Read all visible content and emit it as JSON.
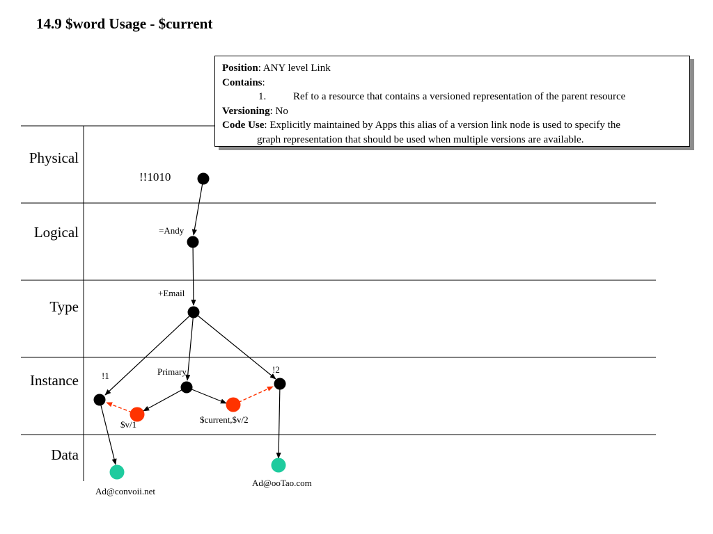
{
  "title": "14.9 $word Usage - $current",
  "info": {
    "position_key": "Position",
    "position_value": ": ANY level Link",
    "contains_key": "Contains",
    "contains_sep": ":",
    "item_number": "1.",
    "item_text": "Ref to a resource that contains a versioned representation of the parent resource",
    "versioning_key": "Versioning",
    "versioning_value": ": No",
    "code_use_key": "Code Use",
    "code_use_value_line1": ": Explicitly maintained by Apps this alias of a version link node is used to specify the",
    "code_use_value_line2": "graph representation that should be used when multiple versions are available."
  },
  "lanes": [
    "Physical",
    "Logical",
    "Type",
    "Instance",
    "Data"
  ],
  "nodes": {
    "physical": "!!1010",
    "logical": "=Andy",
    "type": "+Email",
    "instance_1": "!1",
    "primary": "Primary",
    "instance_2": "!2",
    "version_1": "$v/1",
    "version_current": "$current,$v/2",
    "data_1": "Ad@convoii.net",
    "data_2": "Ad@ooTao.com"
  },
  "colors": {
    "node": "#000000",
    "version_node": "#ff3300",
    "data_node": "#1ecb9e",
    "version_link": "#ff3300",
    "shadow": "#8c8c8c"
  }
}
